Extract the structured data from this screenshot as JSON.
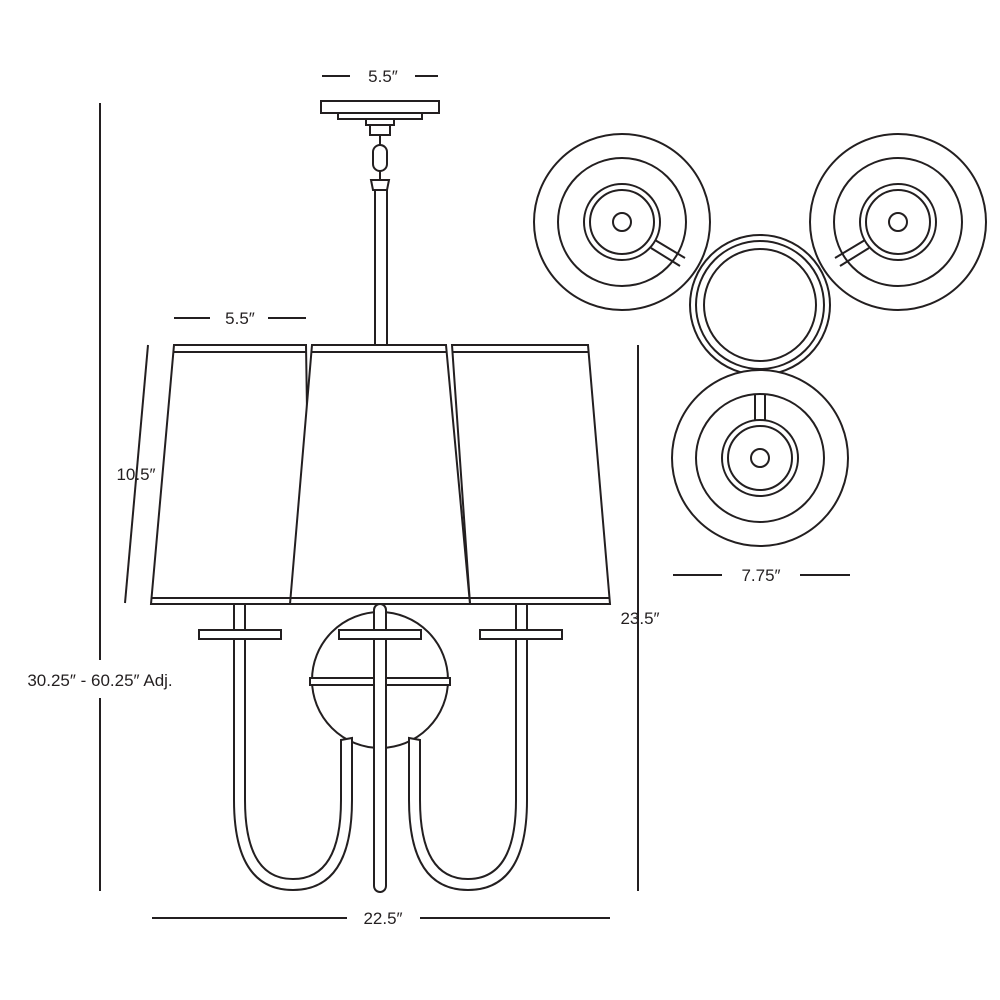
{
  "dimensions": {
    "canopy_width": "5.5″",
    "shade_top_width": "5.5″",
    "shade_height": "10.5″",
    "overall_height": "30.25″ - 60.25″ Adj.",
    "body_height": "23.5″",
    "overall_width": "22.5″",
    "shade_diameter": "7.75″"
  },
  "colors": {
    "line": "#231f20",
    "background": "#ffffff"
  }
}
